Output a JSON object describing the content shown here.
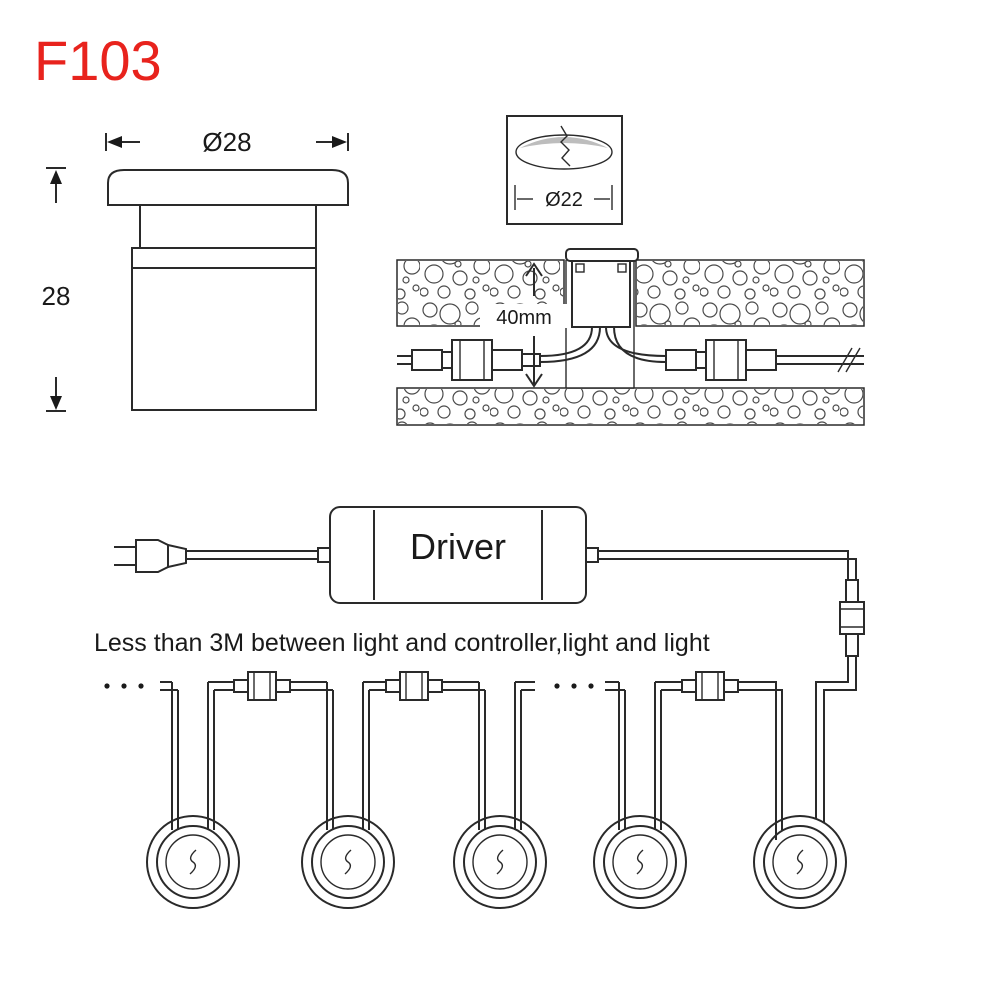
{
  "title": "F103",
  "dimensions": {
    "diameter_label": "Ø28",
    "height_label": "28",
    "hole_diameter_label": "Ø22",
    "depth_label": "40mm"
  },
  "driver_label": "Driver",
  "note": "Less than 3M between light and controller,light and light",
  "icons": {
    "plug": "power-plug-icon",
    "connector": "waterproof-connector-icon",
    "light": "led-spot-light-icon"
  },
  "lights_count_shown": 5
}
